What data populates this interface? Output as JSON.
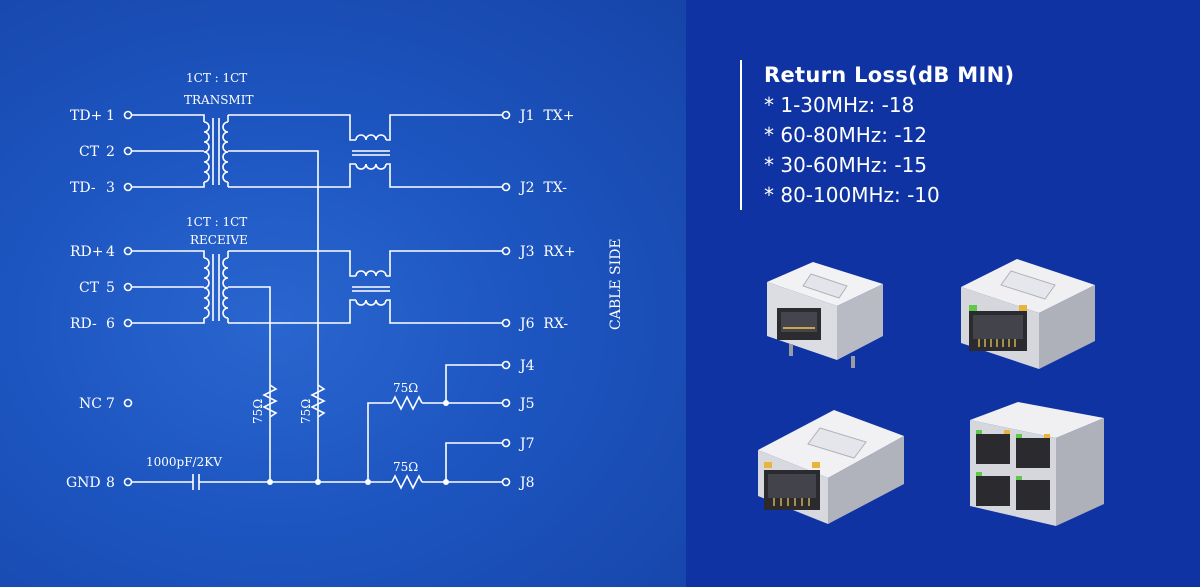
{
  "schematic": {
    "left_pins": [
      {
        "label": "TD+",
        "num": "1"
      },
      {
        "label": "CT",
        "num": "2"
      },
      {
        "label": "TD-",
        "num": "3"
      },
      {
        "label": "RD+",
        "num": "4"
      },
      {
        "label": "CT",
        "num": "5"
      },
      {
        "label": "RD-",
        "num": "6"
      },
      {
        "label": "NC",
        "num": "7"
      },
      {
        "label": "GND",
        "num": "8"
      }
    ],
    "right_pins": [
      "J1  TX+",
      "J2  TX-",
      "J3  RX+",
      "J4",
      "J5",
      "J6  RX-",
      "J7",
      "J8"
    ],
    "transmit_ratio": "1CT : 1CT",
    "transmit_label": "TRANSMIT",
    "receive_ratio": "1CT : 1CT",
    "receive_label": "RECEIVE",
    "resistor_value": "75Ω",
    "capacitor_value": "1000pF/2KV",
    "side_label": "CABLE SIDE"
  },
  "spec": {
    "title": "Return Loss(dB MIN)",
    "items": [
      "* 1-30MHz: -18",
      "* 60-80MHz: -12",
      "* 30-60MHz: -15",
      "* 80-100MHz: -10"
    ]
  },
  "colors": {
    "left_bg": "#1d55c0",
    "right_bg": "#0f33a2",
    "line": "#ffffff"
  },
  "products": [
    {
      "name": "single-port-rj45-tab-up"
    },
    {
      "name": "single-port-rj45-with-leds"
    },
    {
      "name": "single-port-rj45-angled"
    },
    {
      "name": "dual-stacked-rj45"
    }
  ]
}
